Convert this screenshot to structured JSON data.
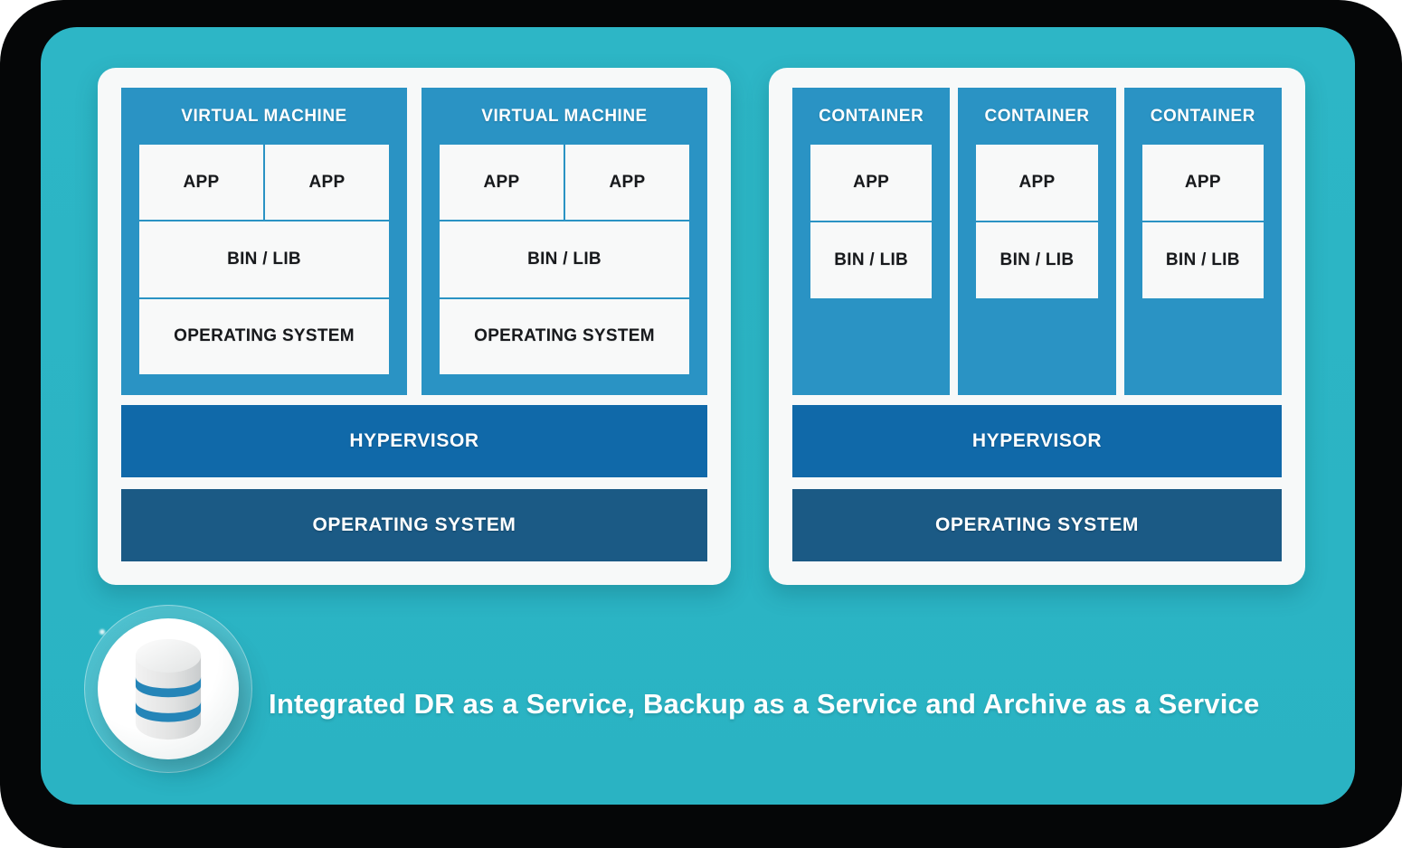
{
  "colors": {
    "frame_black": "#050607",
    "canvas_teal": "#2db6c6",
    "panel_white": "#f7f9f9",
    "box_blue": "#2a93c4",
    "hypervisor_blue": "#1069a9",
    "host_os_blue": "#1b5a85",
    "cell_white": "#f8f9f9",
    "text_dark": "#17191c",
    "text_white": "#ffffff",
    "db_stripe_blue": "#2585b8"
  },
  "left_panel": {
    "vms": [
      {
        "title": "VIRTUAL MACHINE",
        "app1": "APP",
        "app2": "APP",
        "bin_lib": "BIN / LIB",
        "os": "OPERATING SYSTEM"
      },
      {
        "title": "VIRTUAL MACHINE",
        "app1": "APP",
        "app2": "APP",
        "bin_lib": "BIN / LIB",
        "os": "OPERATING SYSTEM"
      }
    ],
    "hypervisor_label": "HYPERVISOR",
    "os_label": "OPERATING SYSTEM"
  },
  "right_panel": {
    "containers": [
      {
        "title": "CONTAINER",
        "app": "APP",
        "bin_lib": "BIN / LIB"
      },
      {
        "title": "CONTAINER",
        "app": "APP",
        "bin_lib": "BIN / LIB"
      },
      {
        "title": "CONTAINER",
        "app": "APP",
        "bin_lib": "BIN / LIB"
      }
    ],
    "hypervisor_label": "HYPERVISOR",
    "os_label": "OPERATING SYSTEM"
  },
  "footer": {
    "icon": "database-icon",
    "caption": "Integrated DR as a Service, Backup as a Service and Archive as a Service"
  }
}
